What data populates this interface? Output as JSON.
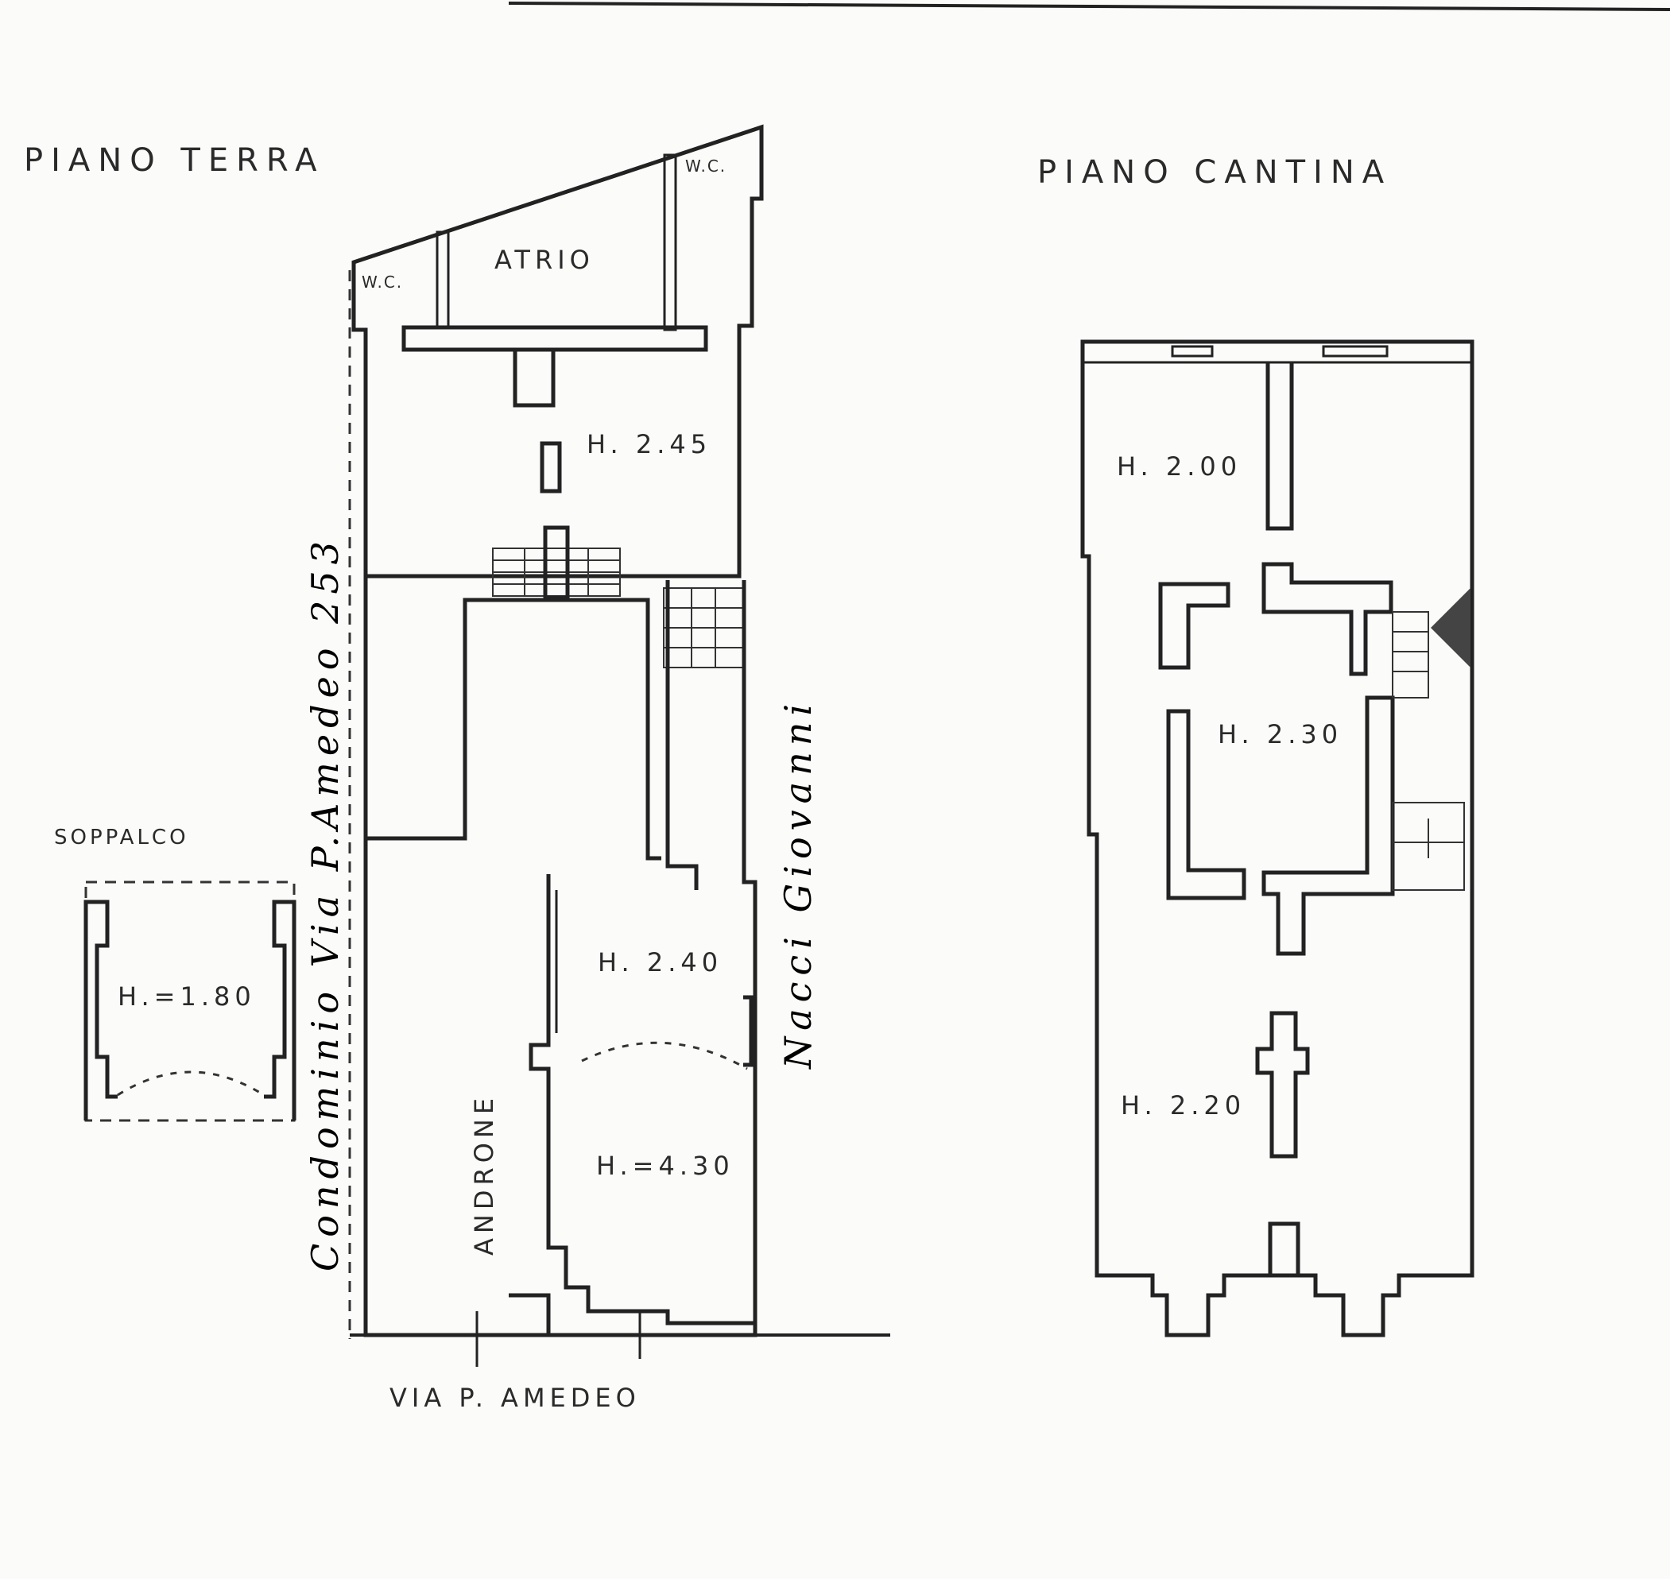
{
  "floors": {
    "ground": {
      "title": "PIANO TERRA",
      "rooms": {
        "atrio": "ATRIO",
        "wc_left": "W.C.",
        "wc_right": "W.C.",
        "rear_room_height": "H. 2.45",
        "middle_room_height": "H. 2.40",
        "front_room_height": "H.=4.30",
        "androne": "ANDRONE"
      },
      "streets": {
        "front": "VIA P. AMEDEO",
        "left": "Condominio Via P.Amedeo 253",
        "right": "Nacci Giovanni"
      }
    },
    "mezzanine": {
      "title": "SOPPALCO",
      "height": "H.=1.80"
    },
    "cellar": {
      "title": "PIANO CANTINA",
      "heights": {
        "rear": "H. 2.00",
        "middle": "H. 2.30",
        "front": "H. 2.20"
      }
    }
  }
}
